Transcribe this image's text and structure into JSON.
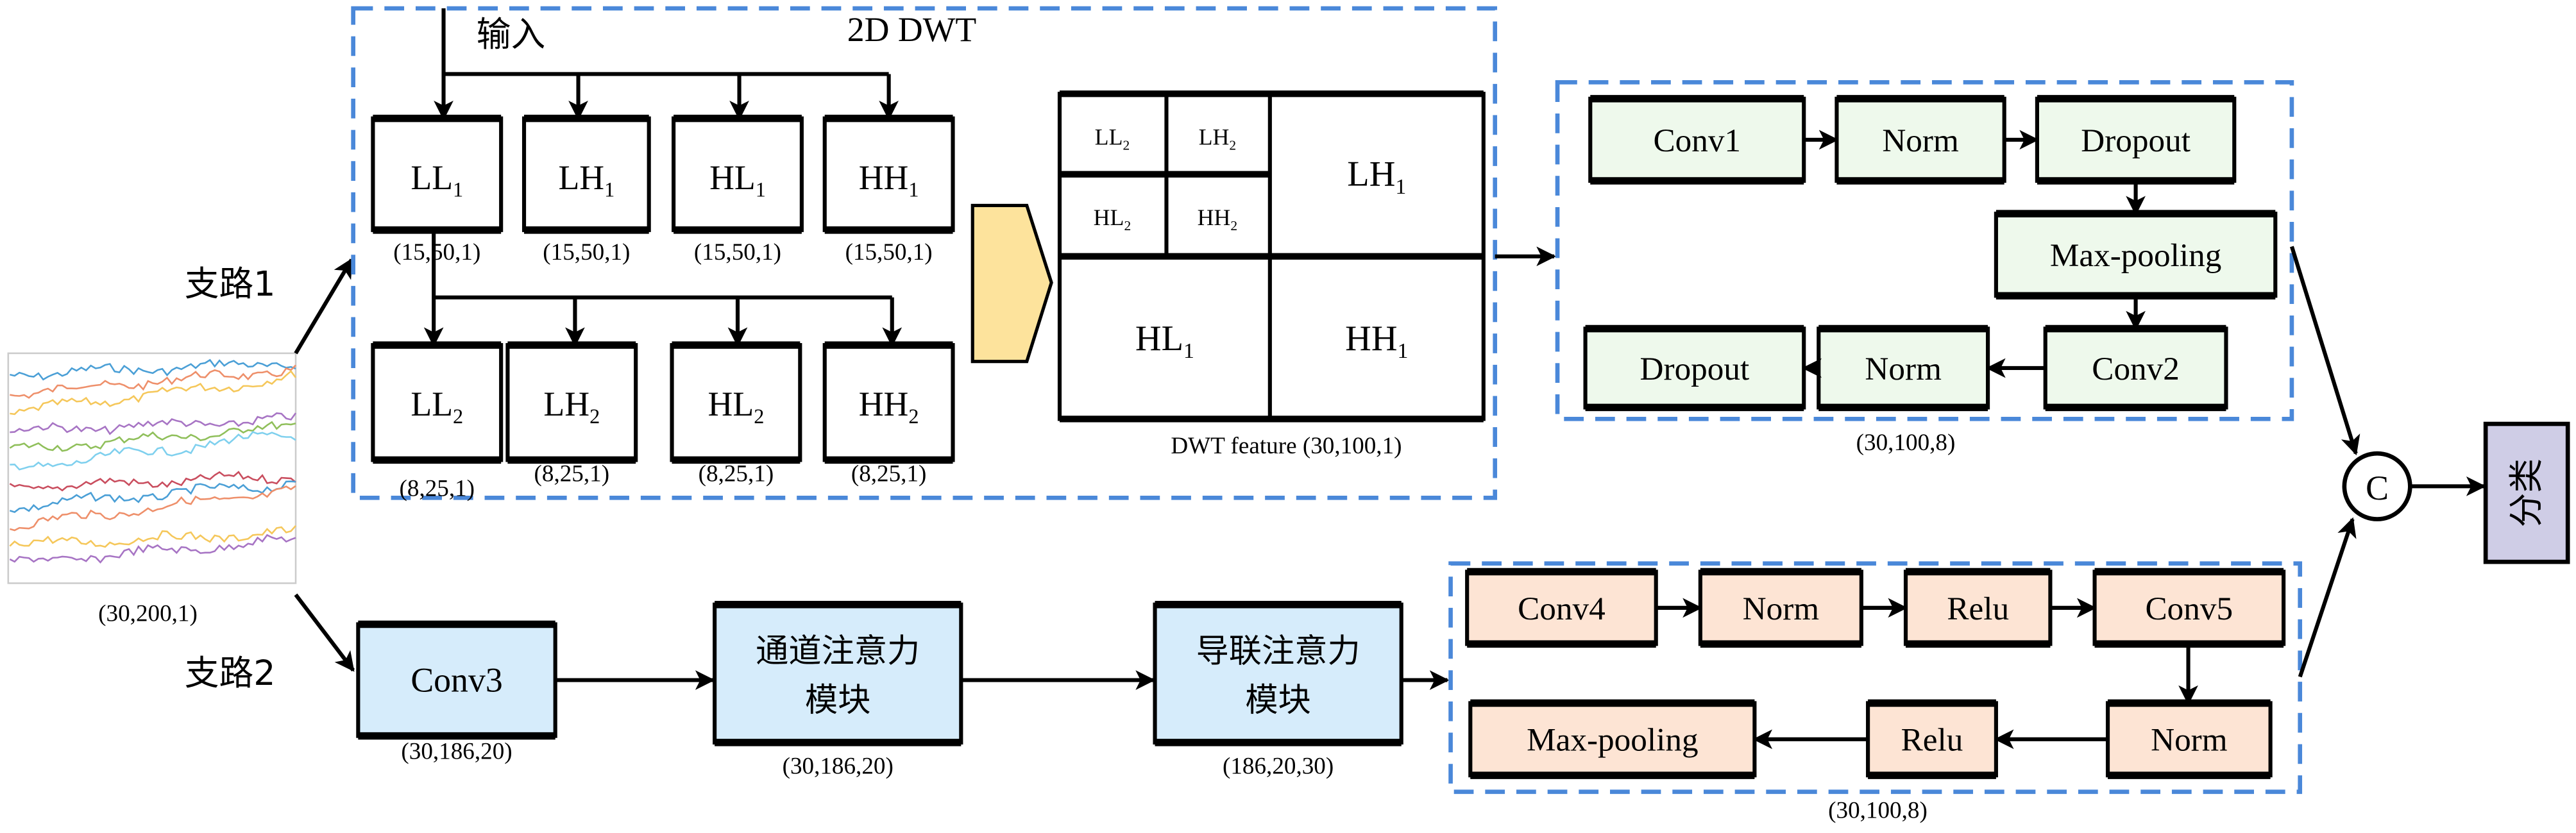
{
  "colors": {
    "dashed_border": "#4a88d9",
    "dwt_subband": "#ffffff",
    "branch1_block": "#eef9ec",
    "branch2_block": "#d6ecfb",
    "branch2_head_block": "#fde4d4",
    "transform_arrow": "#fde39c",
    "classifier": "#cfcde6",
    "signal_traces": [
      "#4a9fd6",
      "#ee8f6a",
      "#f5c75a",
      "#a774c4",
      "#8fbf5a",
      "#7fd0ee",
      "#c94d5e",
      "#4a9fd6",
      "#ee8f6a",
      "#f5c75a",
      "#a774c4"
    ]
  },
  "input": {
    "shape_label": "(30,200,1)",
    "branch1_label": "支路1",
    "branch2_label": "支路2"
  },
  "dwt": {
    "title": "2D DWT",
    "input_label": "输入",
    "level1": [
      {
        "main": "LL",
        "sub": "1",
        "shape": "(15,50,1)"
      },
      {
        "main": "LH",
        "sub": "1",
        "shape": "(15,50,1)"
      },
      {
        "main": "HL",
        "sub": "1",
        "shape": "(15,50,1)"
      },
      {
        "main": "HH",
        "sub": "1",
        "shape": "(15,50,1)"
      }
    ],
    "level2": [
      {
        "main": "LL",
        "sub": "2",
        "shape": "(8,25,1)"
      },
      {
        "main": "LH",
        "sub": "2",
        "shape": "(8,25,1)"
      },
      {
        "main": "HL",
        "sub": "2",
        "shape": "(8,25,1)"
      },
      {
        "main": "HH",
        "sub": "2",
        "shape": "(8,25,1)"
      }
    ],
    "feature_grid": [
      {
        "main": "LL",
        "sub": "2"
      },
      {
        "main": "LH",
        "sub": "2"
      },
      {
        "main": "HL",
        "sub": "2"
      },
      {
        "main": "HH",
        "sub": "2"
      },
      {
        "main": "LH",
        "sub": "1"
      },
      {
        "main": "HL",
        "sub": "1"
      },
      {
        "main": "HH",
        "sub": "1"
      }
    ],
    "feature_label": "DWT feature (30,100,1)"
  },
  "branch1": {
    "blocks": [
      "Conv1",
      "Norm",
      "Dropout",
      "Max-pooling",
      "Conv2",
      "Norm",
      "Dropout"
    ],
    "shape_label": "(30,100,8)"
  },
  "branch2": {
    "conv3": {
      "label": "Conv3",
      "shape": "(30,186,20)"
    },
    "channel_attention": {
      "line1": "通道注意力",
      "line2": "模块",
      "shape": "(30,186,20)"
    },
    "lead_attention": {
      "line1": "导联注意力",
      "line2": "模块",
      "shape": "(186,20,30)"
    },
    "head_blocks": [
      "Conv4",
      "Norm",
      "Relu",
      "Conv5",
      "Norm",
      "Relu",
      "Max-pooling"
    ],
    "shape_label": "(30,100,8)"
  },
  "fusion": {
    "symbol": "C"
  },
  "classifier": {
    "label": "分类"
  }
}
